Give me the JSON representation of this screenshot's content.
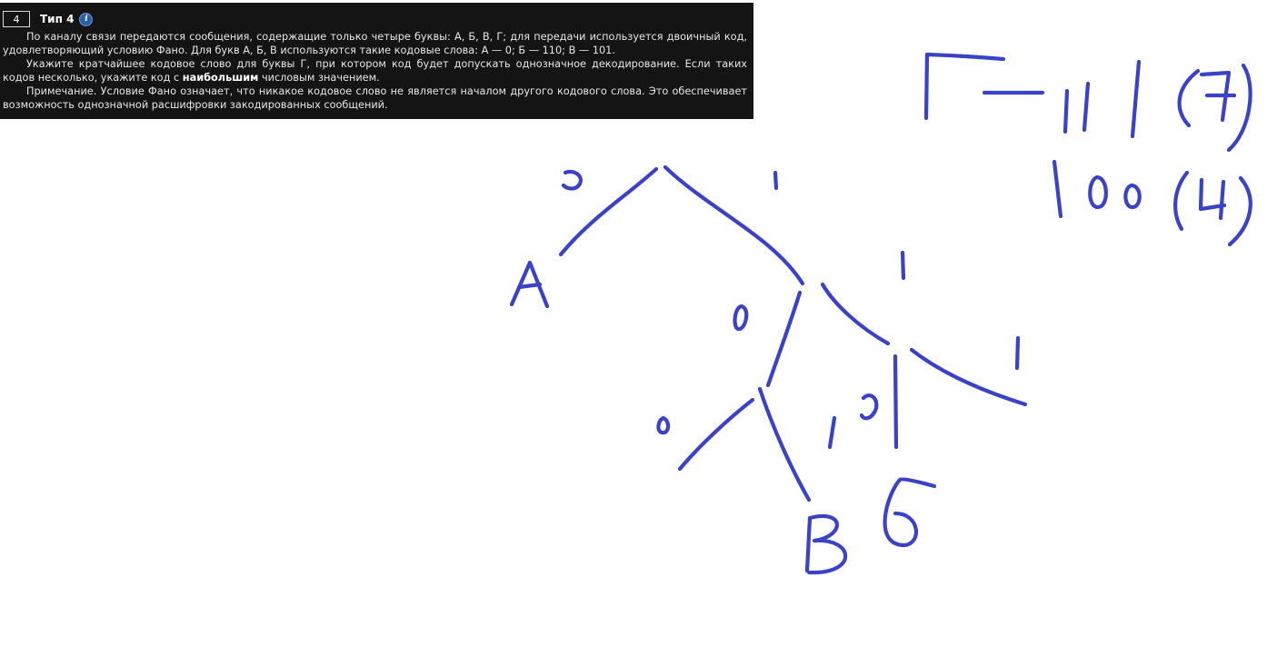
{
  "task": {
    "number": "4",
    "type_label": "Тип 4",
    "info_icon": "info-icon",
    "paragraph1": "По каналу связи передаются сообщения, содержащие только четыре буквы: А, Б, В, Г; для передачи используется двоичный код, удовлетворяющий условию Фано. Для букв А, Б, В используются такие кодовые слова: А — 0; Б — 110; В — 101.",
    "paragraph2_before": "Укажите кратчайшее кодовое слово для буквы Г, при котором код будет допускать однозначное декодирование. Если таких кодов несколько, укажите код с ",
    "paragraph2_bold": "наибольшим",
    "paragraph2_after": " числовым значением.",
    "paragraph3": "Примечание. Условие Фано означает, что никакое кодовое слово не является началом другого кодового слова. Это обеспечивает возможность однозначной расшифровки закодированных сообщений."
  },
  "handwriting": {
    "ink_color": "#3a42c8",
    "answer_line1": "Г — 111 (7)",
    "answer_line2": "100 (4)",
    "tree_leaves": [
      "А",
      "В",
      "Б"
    ],
    "edge_labels": [
      "0",
      "1",
      "0",
      "1",
      "0",
      "1",
      "0",
      "1"
    ]
  }
}
